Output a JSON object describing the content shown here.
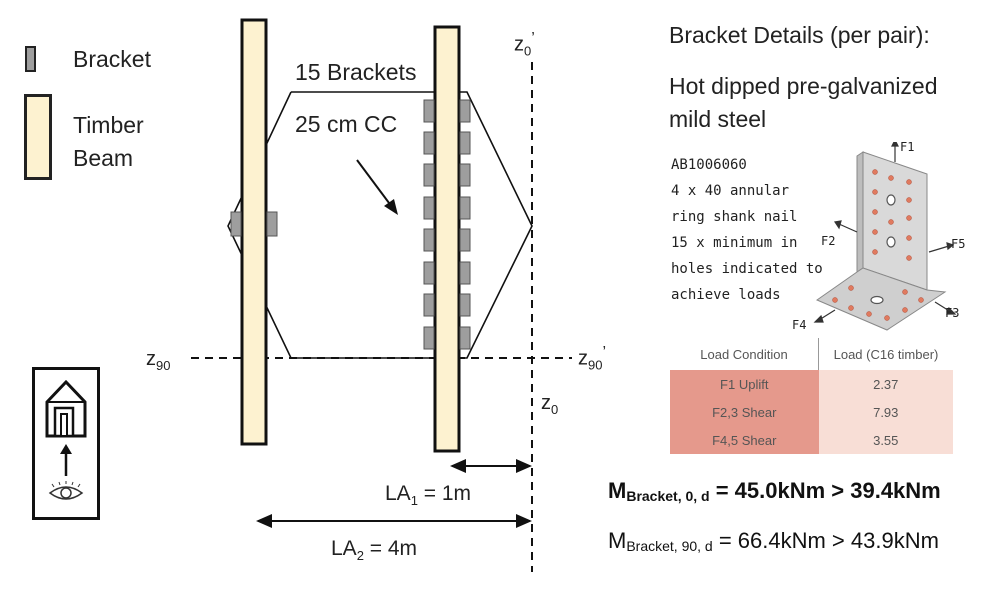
{
  "legend": {
    "bracket_label": "Bracket",
    "timber_label_line1": "Timber",
    "timber_label_line2": "Beam"
  },
  "diagram": {
    "brackets_count_label": "15 Brackets",
    "spacing_label": "25 cm CC",
    "axis_z0_top": "z",
    "axis_z0_top_sub": "0",
    "axis_z0_top_prime": "’",
    "axis_z0_bottom": "z",
    "axis_z0_bottom_sub": "0",
    "axis_z90_left": "z",
    "axis_z90_left_sub": "90",
    "axis_z90_right": "z",
    "axis_z90_right_sub": "90",
    "axis_z90_right_prime": "’",
    "la1_prefix": "LA",
    "la1_sub": "1",
    "la1_value": " = 1m",
    "la2_prefix": "LA",
    "la2_sub": "2",
    "la2_value": " = 4m"
  },
  "details": {
    "heading": "Bracket Details (per pair):",
    "material_line1": "Hot dipped pre-galvanized",
    "material_line2": "mild steel",
    "product_code": "AB1006060",
    "nail_line1": "4 x 40 annular",
    "nail_line2": "ring shank nail",
    "nail_line3": "15 x minimum in",
    "nail_line4": "holes indicated to",
    "nail_line5": "achieve loads",
    "force_labels": [
      "F1",
      "F2",
      "F5",
      "F3",
      "F4"
    ],
    "table": {
      "headers": [
        "Load Condition",
        "Load (C16 timber)"
      ],
      "rows": [
        [
          "F1 Uplift",
          "2.37"
        ],
        [
          "F2,3 Shear",
          "7.93"
        ],
        [
          "F4,5 Shear",
          "3.55"
        ]
      ]
    }
  },
  "moments": {
    "m0_prefix": "M",
    "m0_sub": "Bracket, 0, d",
    "m0_value": " = 45.0kNm > 39.4kNm",
    "m90_prefix": "M",
    "m90_sub": "Bracket, 90, d",
    "m90_value": " = 66.4kNm > 43.9kNm"
  },
  "colors": {
    "timber": "#fdf2d0",
    "bracket": "#9e9e9e",
    "table_col1": "#e5998c",
    "table_col2": "#f8ded6"
  }
}
